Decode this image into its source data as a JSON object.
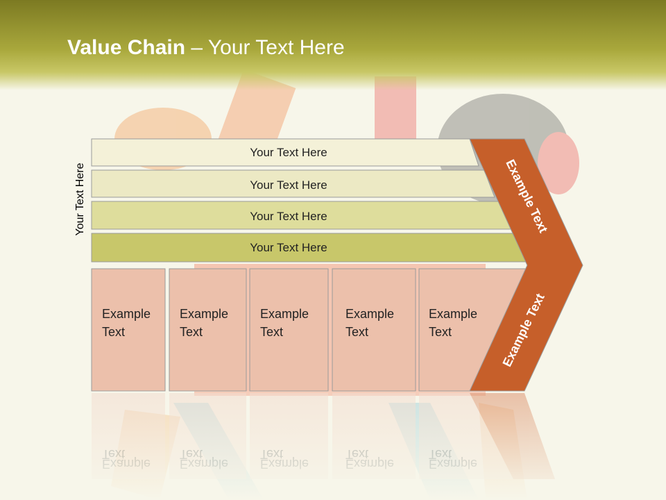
{
  "title": {
    "bold": "Value Chain",
    "rest": " – Your Text Here"
  },
  "side_label": "Your Text Here",
  "bars": [
    {
      "label": "Your Text Here",
      "color": "#f4f1d8"
    },
    {
      "label": "Your Text Here",
      "color": "#ece9c4"
    },
    {
      "label": "Your Text Here",
      "color": "#dedd9c"
    },
    {
      "label": "Your Text Here",
      "color": "#c8c76a"
    }
  ],
  "boxes": [
    {
      "line1": "Example",
      "line2": "Text"
    },
    {
      "line1": "Example",
      "line2": "Text"
    },
    {
      "line1": "Example",
      "line2": "Text"
    },
    {
      "line1": "Example",
      "line2": "Text"
    },
    {
      "line1": "Example",
      "line2": "Text"
    }
  ],
  "chevron": {
    "top_label": "Example Text",
    "bottom_label": "Example Text",
    "color": "#c65f2a"
  },
  "colors": {
    "box_fill": "#ecc0ab",
    "box_stroke": "#9a9a9a",
    "header": "#8d8b2c"
  }
}
